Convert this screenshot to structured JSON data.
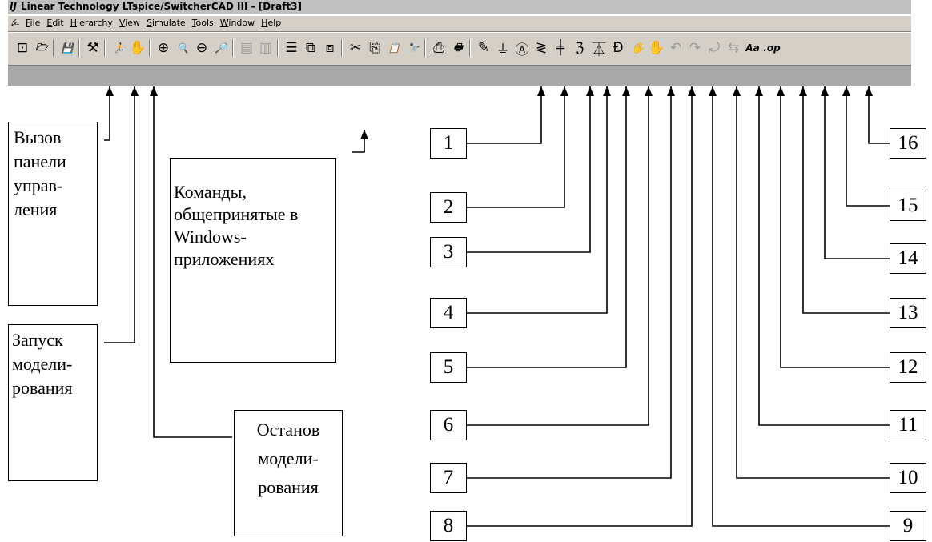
{
  "window": {
    "title": "Linear Technology LTspice/SwitcherCAD III - [Draft3]",
    "title_icon": "ltspice-logo-icon"
  },
  "menu": [
    "File",
    "Edit",
    "Hierarchy",
    "View",
    "Simulate",
    "Tools",
    "Window",
    "Help"
  ],
  "toolbar": [
    {
      "name": "new-schematic-icon",
      "glyph": "⊡"
    },
    {
      "name": "open-folder-icon",
      "glyph": "🗁"
    },
    {
      "sep": true
    },
    {
      "name": "save-icon",
      "glyph": "💾"
    },
    {
      "sep": true
    },
    {
      "name": "control-panel-hammer-icon",
      "glyph": "⚒"
    },
    {
      "sep": true
    },
    {
      "name": "run-simulation-icon",
      "glyph": "🏃"
    },
    {
      "name": "halt-simulation-hand-icon",
      "glyph": "✋",
      "gray": true
    },
    {
      "sep": true
    },
    {
      "name": "zoom-in-icon",
      "glyph": "⊕"
    },
    {
      "name": "pan-icon",
      "glyph": "🔍",
      "gray": true
    },
    {
      "name": "zoom-out-icon",
      "glyph": "⊖"
    },
    {
      "name": "zoom-fit-icon",
      "glyph": "🔎",
      "gray": true
    },
    {
      "sep": true
    },
    {
      "name": "autoscale-icon",
      "glyph": "▤",
      "gray": true
    },
    {
      "name": "delete-trace-icon",
      "glyph": "▥",
      "gray": true
    },
    {
      "sep": true
    },
    {
      "name": "tile-horizontal-icon",
      "glyph": "☰"
    },
    {
      "name": "cascade-windows-icon",
      "glyph": "⧉"
    },
    {
      "name": "tile-vertical-icon",
      "glyph": "⧈"
    },
    {
      "sep": true
    },
    {
      "name": "cut-icon",
      "glyph": "✂"
    },
    {
      "name": "copy-icon",
      "glyph": "⎘"
    },
    {
      "name": "paste-icon",
      "glyph": "📋"
    },
    {
      "name": "find-icon",
      "glyph": "🔭"
    },
    {
      "sep": true
    },
    {
      "name": "print-setup-icon",
      "glyph": "⎙"
    },
    {
      "name": "print-icon",
      "glyph": "🖶"
    },
    {
      "sep": true
    },
    {
      "name": "draw-wire-icon",
      "glyph": "✎"
    },
    {
      "name": "ground-icon",
      "glyph": "⏚"
    },
    {
      "name": "label-net-icon",
      "glyph": "Ⓐ"
    },
    {
      "name": "resistor-icon",
      "glyph": "≷"
    },
    {
      "name": "capacitor-icon",
      "glyph": "╪"
    },
    {
      "name": "inductor-icon",
      "glyph": "ℨ"
    },
    {
      "name": "diode-icon",
      "glyph": "⏄"
    },
    {
      "name": "component-icon",
      "glyph": "Ð"
    },
    {
      "name": "move-hand-icon",
      "glyph": "🖐"
    },
    {
      "name": "drag-hand-icon",
      "glyph": "✋"
    },
    {
      "name": "undo-icon",
      "glyph": "↶",
      "gray": true
    },
    {
      "name": "redo-icon",
      "glyph": "↷",
      "gray": true
    },
    {
      "name": "rotate-icon",
      "glyph": "⤾",
      "gray": true
    },
    {
      "name": "mirror-icon",
      "glyph": "⇆",
      "gray": true
    },
    {
      "name": "text-icon",
      "glyph": "Aa"
    },
    {
      "name": "spice-directive-icon",
      "glyph": ".op"
    }
  ],
  "annotations": {
    "control_panel": "Вызов панели управ-ления",
    "run_sim": "Запуск модели-рования",
    "windows_cmds": "Команды, общепринятые в Windows-приложениях",
    "stop_sim": "Останов модели-рования"
  },
  "numbers": [
    "1",
    "2",
    "3",
    "4",
    "5",
    "6",
    "7",
    "8",
    "9",
    "10",
    "11",
    "12",
    "13",
    "14",
    "15",
    "16"
  ]
}
